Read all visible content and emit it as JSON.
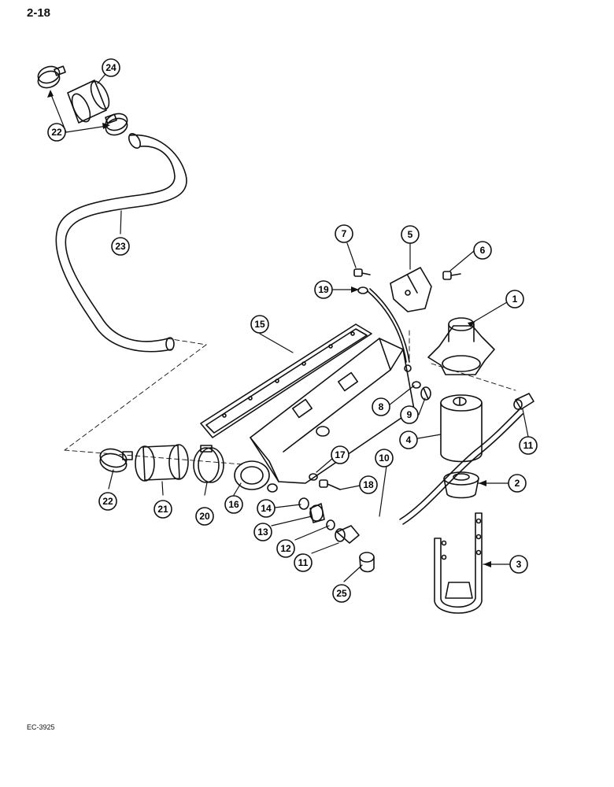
{
  "page": {
    "page_number": "2-18",
    "reference_code": "EC-3925"
  },
  "callouts": [
    {
      "id": "c1",
      "label": "1"
    },
    {
      "id": "c2",
      "label": "2"
    },
    {
      "id": "c3",
      "label": "3"
    },
    {
      "id": "c4",
      "label": "4"
    },
    {
      "id": "c5",
      "label": "5"
    },
    {
      "id": "c6",
      "label": "6"
    },
    {
      "id": "c7",
      "label": "7"
    },
    {
      "id": "c8",
      "label": "8"
    },
    {
      "id": "c9",
      "label": "9"
    },
    {
      "id": "c10",
      "label": "10"
    },
    {
      "id": "c11a",
      "label": "11"
    },
    {
      "id": "c11b",
      "label": "11"
    },
    {
      "id": "c12",
      "label": "12"
    },
    {
      "id": "c13",
      "label": "13"
    },
    {
      "id": "c14",
      "label": "14"
    },
    {
      "id": "c15",
      "label": "15"
    },
    {
      "id": "c16",
      "label": "16"
    },
    {
      "id": "c17",
      "label": "17"
    },
    {
      "id": "c18",
      "label": "18"
    },
    {
      "id": "c19",
      "label": "19"
    },
    {
      "id": "c20",
      "label": "20"
    },
    {
      "id": "c21",
      "label": "21"
    },
    {
      "id": "c22a",
      "label": "22"
    },
    {
      "id": "c22b",
      "label": "22"
    },
    {
      "id": "c23",
      "label": "23"
    },
    {
      "id": "c24",
      "label": "24"
    },
    {
      "id": "c25",
      "label": "25"
    }
  ]
}
